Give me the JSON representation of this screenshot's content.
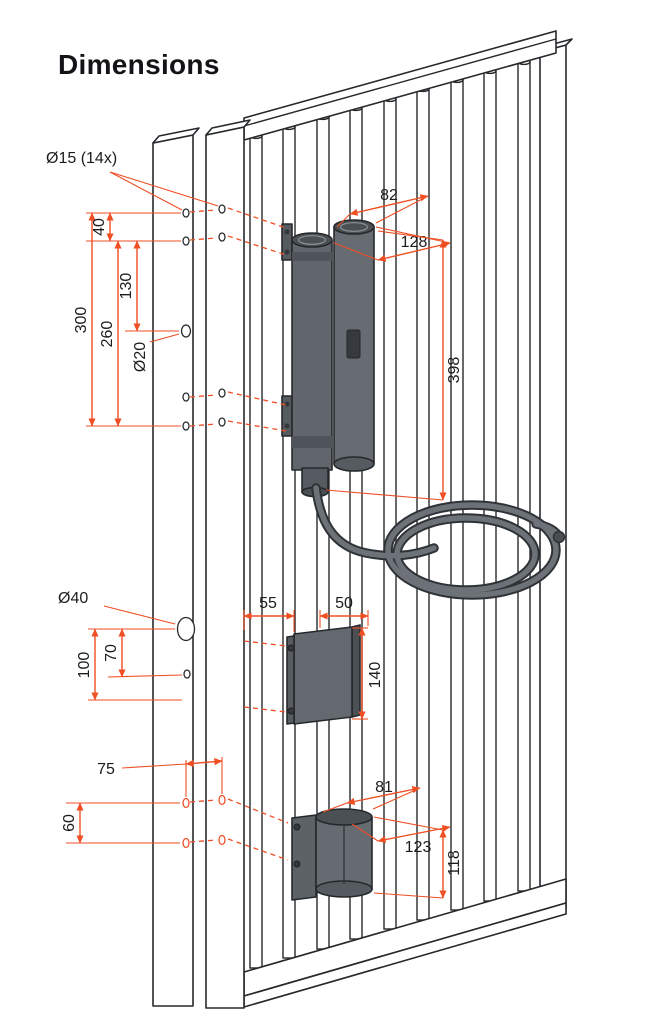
{
  "title": "Dimensions",
  "colors": {
    "accent": "#F04E23",
    "outline": "#26292C",
    "device_gray": "#61666C",
    "background": "#FFFFFF"
  },
  "diagram": {
    "labels": {
      "hole_small": "Ø15 (14x)",
      "hole_mid": "Ø20",
      "hole_large": "Ø40",
      "closer_width_top": "82",
      "closer_depth_top": "128",
      "closer_height": "398",
      "offset_40": "40",
      "offset_130": "130",
      "offset_260": "260",
      "offset_300": "300",
      "offset_100": "100",
      "offset_70": "70",
      "hinge_offset_55": "55",
      "hinge_width_50": "50",
      "hinge_height_140": "140",
      "offset_75": "75",
      "offset_60": "60",
      "bottom_hinge_width_81": "81",
      "bottom_hinge_depth_123": "123",
      "bottom_hinge_height_118": "118"
    }
  }
}
